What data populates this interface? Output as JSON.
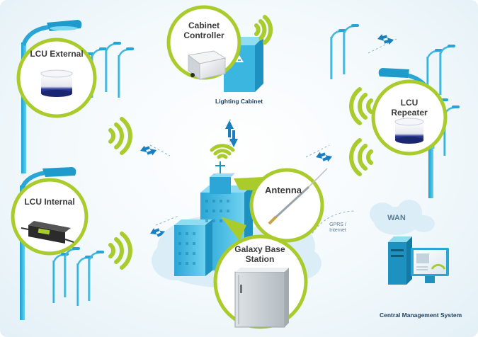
{
  "diagram": {
    "nodes": {
      "lcu_external": {
        "title": "LCU External"
      },
      "cabinet_controller": {
        "title": "Cabinet Controller"
      },
      "lighting_cabinet": {
        "caption": "Lighting Cabinet"
      },
      "lcu_repeater": {
        "title": "LCU Repeater"
      },
      "lcu_internal": {
        "title": "LCU Internal"
      },
      "antenna": {
        "title": "Antenna"
      },
      "galaxy_base_station": {
        "title": "Galaxy Base Station"
      },
      "wan": {
        "title": "WAN"
      },
      "gprs_link": {
        "label": "GPRS / Internet"
      },
      "central_management_system": {
        "caption": "Central Management System"
      }
    },
    "colors": {
      "accent_green": "#a9cb2c",
      "pole_cyan": "#1ea9d4",
      "cloud_blue": "#dbeef7",
      "building_blue": "#3bb6e0",
      "arrow_blue": "#1a7fc0",
      "caption_navy": "#1c3f5e"
    }
  }
}
